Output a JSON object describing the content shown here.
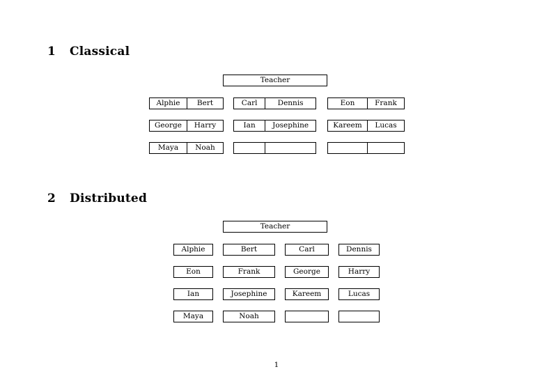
{
  "document": {
    "page_number": "1"
  },
  "sections": [
    {
      "number": "1",
      "title": "Classical",
      "root": {
        "label": "Teacher"
      },
      "layout": "grouped-pairs",
      "groups": [
        {
          "name": "group-1",
          "rows": [
            [
              "Alphie",
              "Bert"
            ],
            [
              "George",
              "Harry"
            ],
            [
              "Maya",
              "Noah"
            ]
          ]
        },
        {
          "name": "group-2",
          "rows": [
            [
              "Carl",
              "Dennis"
            ],
            [
              "Ian",
              "Josephine"
            ],
            [
              "",
              ""
            ]
          ]
        },
        {
          "name": "group-3",
          "rows": [
            [
              "Eon",
              "Frank"
            ],
            [
              "Kareem",
              "Lucas"
            ],
            [
              "",
              ""
            ]
          ]
        }
      ]
    },
    {
      "number": "2",
      "title": "Distributed",
      "root": {
        "label": "Teacher"
      },
      "layout": "flat-grid",
      "rows": [
        [
          "Alphie",
          "Bert",
          "Carl",
          "Dennis"
        ],
        [
          "Eon",
          "Frank",
          "George",
          "Harry"
        ],
        [
          "Ian",
          "Josephine",
          "Kareem",
          "Lucas"
        ],
        [
          "Maya",
          "Noah",
          "",
          ""
        ]
      ]
    }
  ]
}
